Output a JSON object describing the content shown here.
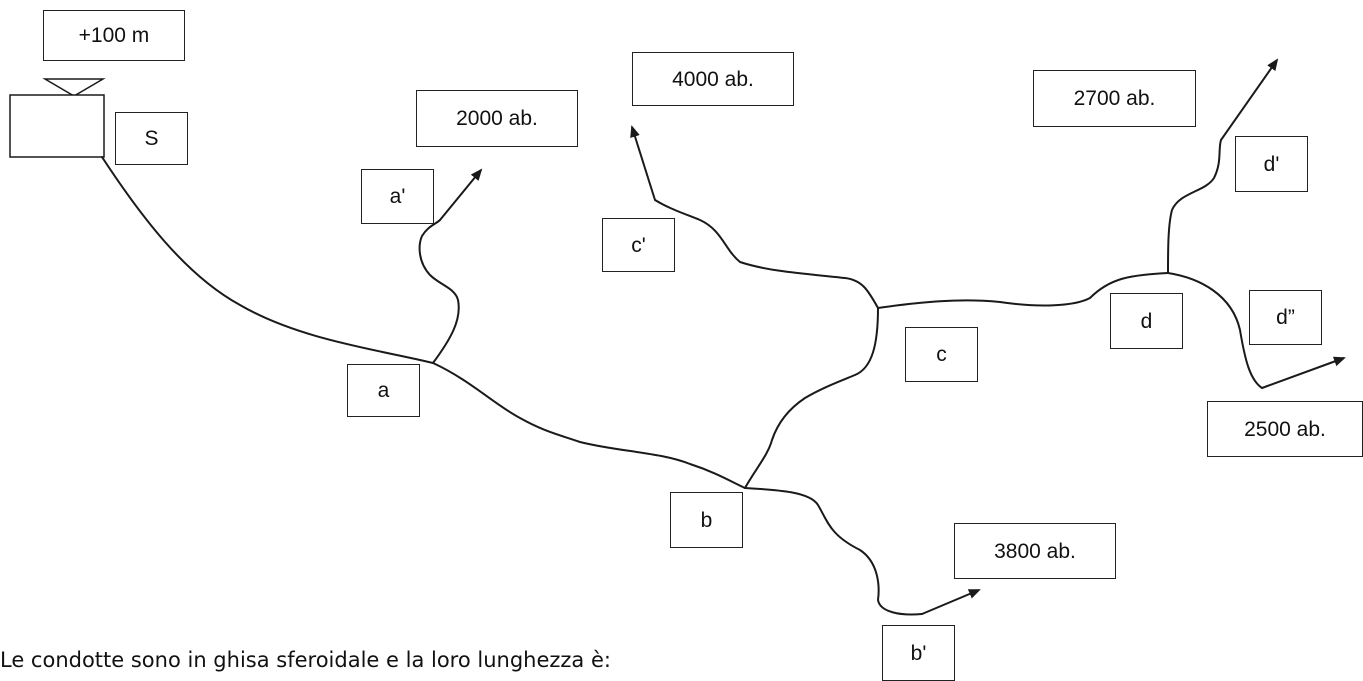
{
  "reservoir": {
    "elevation_label": "+100 m",
    "name_label": "S"
  },
  "nodes": {
    "a": "a",
    "b": "b",
    "c": "c",
    "d": "d"
  },
  "branches": {
    "a_prime": {
      "label": "a'",
      "demand": "2000 ab."
    },
    "b_prime": {
      "label": "b'",
      "demand": "3800 ab."
    },
    "c_prime": {
      "label": "c'",
      "demand": "4000 ab."
    },
    "d_prime": {
      "label": "d'",
      "demand": "2700 ab."
    },
    "d_double_prime": {
      "label": "d”",
      "demand": "2500 ab."
    }
  },
  "caption": "Le condotte sono in ghisa sferoidale e la loro lunghezza è:"
}
